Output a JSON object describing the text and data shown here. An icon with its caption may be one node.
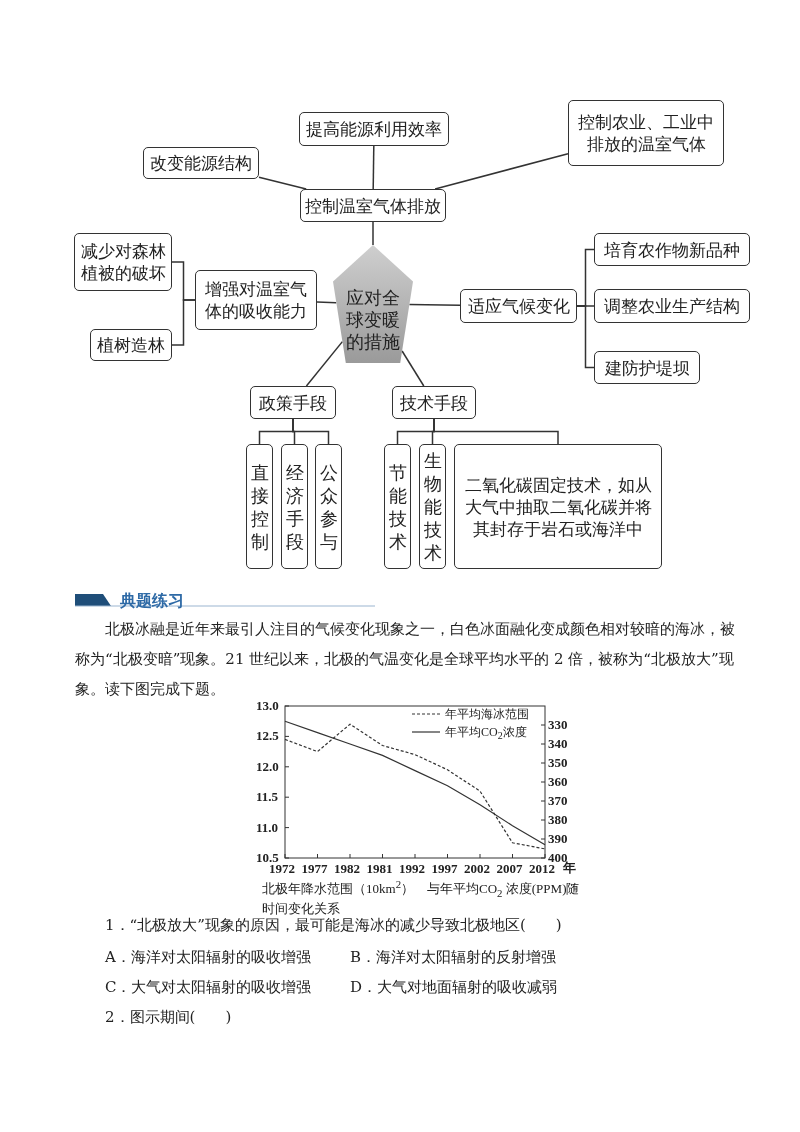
{
  "diagram": {
    "nodes": [
      {
        "text": [
          "应对全球变暖的措施"
        ]
      },
      {
        "text": [
          "控制温室气体排放"
        ]
      },
      {
        "text": [
          "提高能源利用效率"
        ]
      },
      {
        "text": [
          "改变能源结构"
        ]
      },
      {
        "text": [
          "控制农业、工业中排放的温室气体"
        ]
      },
      {
        "text": [
          "增强对温室气体的吸收能力"
        ]
      },
      {
        "text": [
          "减少对森林植被的破坏"
        ]
      },
      {
        "text": [
          "植树造林"
        ]
      },
      {
        "text": [
          "适应气候变化"
        ]
      },
      {
        "text": [
          "培育农作物新品种"
        ]
      },
      {
        "text": [
          "调整农业生产结构"
        ]
      },
      {
        "text": [
          "建防护堤坝"
        ]
      },
      {
        "text": [
          "政策手段"
        ]
      },
      {
        "text": [
          "技术手段"
        ]
      },
      {
        "text": [
          "直接控制"
        ]
      },
      {
        "text": [
          "经济手段"
        ]
      },
      {
        "text": [
          "公众参与"
        ]
      },
      {
        "text": [
          "节能技术"
        ]
      },
      {
        "text": [
          "生物能技术"
        ]
      },
      {
        "text": [
          "二氧化碳固定技术，如从大气中抽取二氧化碳并将其封存于岩石或海洋中"
        ]
      }
    ],
    "edges": [
      {
        "from": 0,
        "to": 1,
        "arrow": "none"
      },
      {
        "from": 1,
        "to": 2,
        "arrow": "none"
      },
      {
        "from": 1,
        "to": 3,
        "arrow": "none"
      },
      {
        "from": 1,
        "to": 4,
        "arrow": "none"
      },
      {
        "from": 0,
        "to": 5,
        "arrow": "none"
      },
      {
        "from": 5,
        "to": 6,
        "arrow": "none"
      },
      {
        "from": 5,
        "to": 7,
        "arrow": "none"
      },
      {
        "from": 0,
        "to": 8,
        "arrow": "none"
      },
      {
        "from": 8,
        "to": 9,
        "arrow": "none"
      },
      {
        "from": 8,
        "to": 10,
        "arrow": "none"
      },
      {
        "from": 8,
        "to": 11,
        "arrow": "none"
      },
      {
        "from": 0,
        "to": 12,
        "arrow": "none"
      },
      {
        "from": 0,
        "to": 13,
        "arrow": "none"
      },
      {
        "from": 12,
        "to": 14,
        "arrow": "none"
      },
      {
        "from": 12,
        "to": 15,
        "arrow": "none"
      },
      {
        "from": 12,
        "to": 16,
        "arrow": "none"
      },
      {
        "from": 13,
        "to": 17,
        "arrow": "none"
      },
      {
        "from": 13,
        "to": 18,
        "arrow": "none"
      },
      {
        "from": 13,
        "to": 19,
        "arrow": "none"
      }
    ],
    "labels": [
      "典题练习",
      "北极冰融是近年来最引人注目的气候变化现象之一，白色冰面融化变成颜色相对较暗的海冰，被称为“北极变暗”现象。21 世纪以来，北极的气温变化是全球平均水平的 2 倍，被称为“北极放大”现象。读下图完成下题。",
      "1．“北极放大”现象的原因，最可能是海冰的减少导致北极地区(　　)",
      "A．海洋对太阳辐射的吸收增强",
      "B．海洋对太阳辐射的反射增强",
      "C．大气对太阳辐射的吸收增强",
      "D．大气对地面辐射的吸收减弱",
      "2．图示期间(　　)"
    ],
    "chart_data": {
      "type": "line",
      "title": "北极年降水范围（10km$^{2}$）　与年平均CO$_{2}$ 浓度(PPM)随时间变化关系",
      "xlabel": "年",
      "categories": [
        "1972",
        "1977",
        "1982",
        "1981",
        "1992",
        "1997",
        "2002",
        "2007",
        "2012"
      ],
      "series": [
        {
          "name": "年平均海冰范围",
          "color": "#333333",
          "line_style": "dashed",
          "values": [
            12.45,
            12.25,
            12.7,
            12.35,
            12.2,
            11.95,
            11.6,
            10.75,
            10.65
          ]
        },
        {
          "name": "年平均CO$_{2}$浓度",
          "color": "#333333",
          "line_style": "solid",
          "axis": "y2",
          "values": [
            328,
            334,
            340,
            346,
            354,
            362,
            372,
            383,
            393
          ]
        }
      ],
      "legend": "upper right",
      "ylim": [
        10.5,
        13.0
      ],
      "yticks": [
        {
          "value": 10.5,
          "label": "10.5"
        },
        {
          "value": 11,
          "label": "11.0"
        },
        {
          "value": 11.5,
          "label": "11.5"
        },
        {
          "value": 12,
          "label": "12.0"
        },
        {
          "value": 12.5,
          "label": "12.5"
        },
        {
          "value": 13,
          "label": "13.0"
        }
      ],
      "y2lim": [
        400,
        320
      ],
      "y2ticks": [
        330,
        340,
        350,
        360,
        370,
        380,
        390,
        400
      ]
    }
  }
}
